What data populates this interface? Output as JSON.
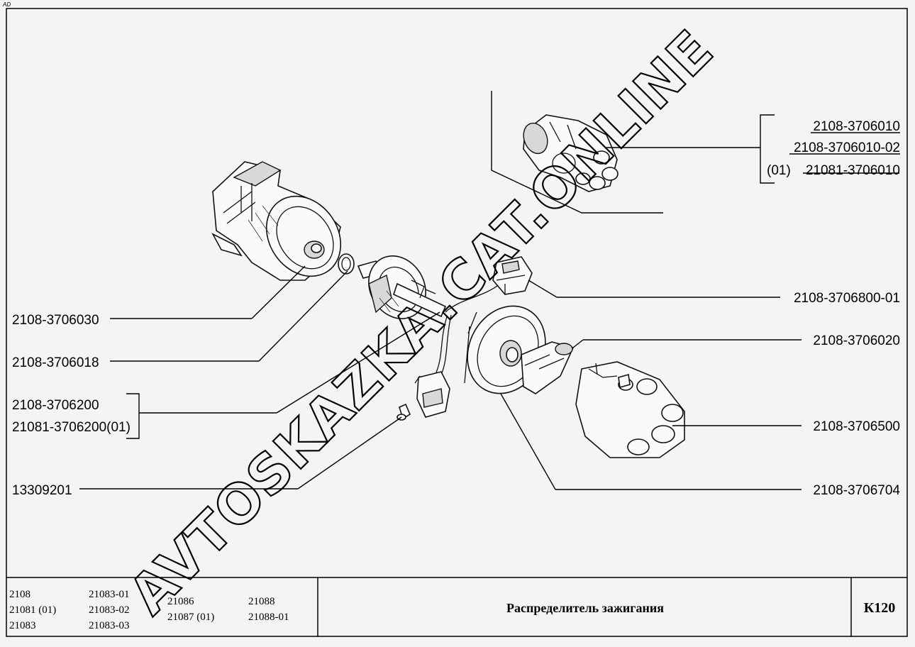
{
  "corner_mark": "AD",
  "watermark": "AVTOSKAZKA.CAT.ONLINE",
  "callouts": {
    "housing": "2108-3706030",
    "shaft_assembly": "2108-3706018",
    "sensor_a": "2108-3706200",
    "sensor_b": "21081-3706200(01)",
    "screw": "13309201",
    "connector": "2108-3706800-01",
    "rotor": "2108-3706020",
    "cap": "2108-3706500",
    "screen": "2108-3706704",
    "assembly_1": "2108-3706010",
    "assembly_2": "2108-3706010-02",
    "assembly_3_prefix": "(01)",
    "assembly_3": "21081-3706010"
  },
  "title_block": {
    "models_col1": [
      "2108",
      "21081 (01)",
      "21083"
    ],
    "models_col2": [
      "21083-01",
      "21083-02",
      "21083-03"
    ],
    "models_col3": [
      "21086",
      "21087 (01)"
    ],
    "models_col4": [
      "21088",
      "21088-01"
    ],
    "title": "Распределитель зажигания",
    "sheet": "К120"
  }
}
